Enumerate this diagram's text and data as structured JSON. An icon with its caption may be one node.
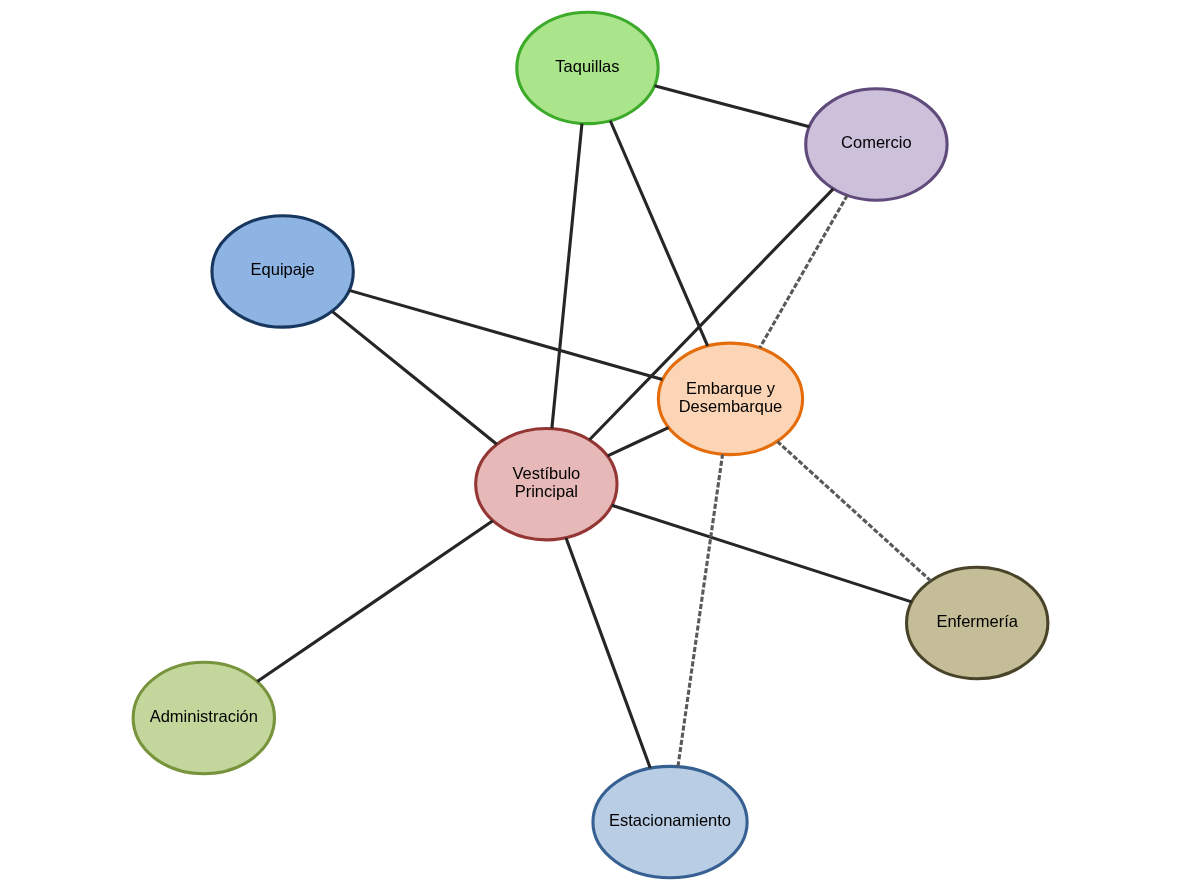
{
  "diagram": {
    "nodes": [
      {
        "text": [
          "Vestíbulo Principal"
        ]
      },
      {
        "text": [
          "Comercio"
        ]
      },
      {
        "text": [
          "Estacionamiento"
        ]
      },
      {
        "text": [
          "Taquillas"
        ]
      },
      {
        "text": [
          "Enfermería"
        ]
      },
      {
        "text": [
          "Equipaje"
        ]
      },
      {
        "text": [
          "Administración"
        ]
      },
      {
        "text": [
          "Embarque y Desembarque"
        ]
      }
    ],
    "edges": [
      {
        "from": 0,
        "to": 1,
        "arrow": "none"
      },
      {
        "from": 0,
        "to": 2,
        "arrow": "none"
      },
      {
        "from": 1,
        "to": 3,
        "arrow": "none"
      },
      {
        "from": 0,
        "to": 3,
        "arrow": "none"
      },
      {
        "from": 0,
        "to": 4,
        "arrow": "none"
      },
      {
        "from": 0,
        "to": 5,
        "arrow": "none"
      },
      {
        "from": 0,
        "to": 7,
        "arrow": "none"
      },
      {
        "from": 0,
        "to": 6,
        "arrow": "none"
      },
      {
        "from": 3,
        "to": 7,
        "arrow": "none"
      },
      {
        "from": 5,
        "to": 7,
        "arrow": "none"
      },
      {
        "from": 1,
        "to": 7,
        "arrow": "none",
        "style": "dashed",
        "color": "#595959"
      },
      {
        "from": 2,
        "to": 7,
        "arrow": "none",
        "style": "dashed",
        "color": "#595959"
      },
      {
        "from": 4,
        "to": 7,
        "arrow": "none",
        "style": "dashed",
        "color": "#595959"
      }
    ]
  }
}
